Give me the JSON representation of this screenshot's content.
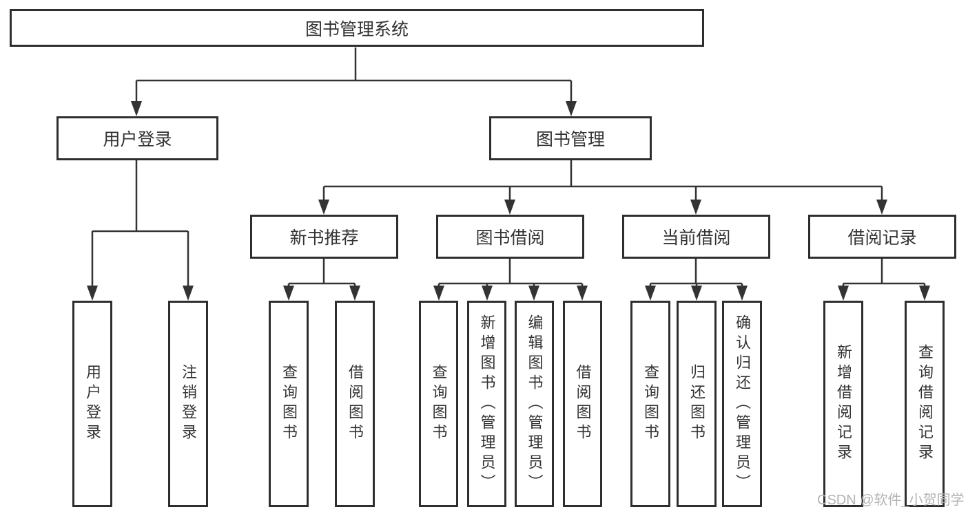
{
  "tree": {
    "label": "图书管理系统",
    "children": [
      {
        "label": "用户登录",
        "children": [
          {
            "label": "用户登录"
          },
          {
            "label": "注销登录"
          }
        ]
      },
      {
        "label": "图书管理",
        "children": [
          {
            "label": "新书推荐",
            "children": [
              {
                "label": "查询图书"
              },
              {
                "label": "借阅图书"
              }
            ]
          },
          {
            "label": "图书借阅",
            "children": [
              {
                "label": "查询图书"
              },
              {
                "label": "新增图书（管理员）"
              },
              {
                "label": "编辑图书（管理员）"
              },
              {
                "label": "借阅图书"
              }
            ]
          },
          {
            "label": "当前借阅",
            "children": [
              {
                "label": "查询图书"
              },
              {
                "label": "归还图书"
              },
              {
                "label": "确认归还（管理员）"
              }
            ]
          },
          {
            "label": "借阅记录",
            "children": [
              {
                "label": "新增借阅记录"
              },
              {
                "label": "查询借阅记录"
              }
            ]
          }
        ]
      }
    ]
  },
  "watermark": {
    "text": "CSDN @软件_小贺同学"
  },
  "colors": {
    "line": "#333333",
    "box_border": "#2e2e2e",
    "text": "#333333",
    "background": "#ffffff",
    "watermark": "#b3b3b3"
  }
}
